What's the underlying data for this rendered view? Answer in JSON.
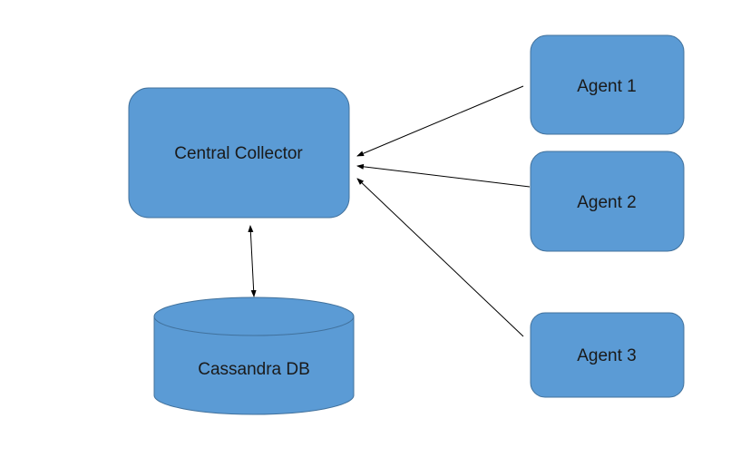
{
  "diagram": {
    "nodes": {
      "collector": {
        "label": "Central Collector"
      },
      "cassandra": {
        "label": "Cassandra DB"
      },
      "agent1": {
        "label": "Agent 1"
      },
      "agent2": {
        "label": "Agent 2"
      },
      "agent3": {
        "label": "Agent 3"
      }
    },
    "edges": [
      {
        "from": "agent1",
        "to": "collector",
        "direction": "to-collector"
      },
      {
        "from": "agent2",
        "to": "collector",
        "direction": "to-collector"
      },
      {
        "from": "agent3",
        "to": "collector",
        "direction": "to-collector"
      },
      {
        "from": "collector",
        "to": "cassandra",
        "direction": "bidirectional"
      }
    ],
    "colors": {
      "node_fill": "#5b9bd5",
      "node_stroke": "#41719c",
      "arrow": "#000000"
    }
  }
}
